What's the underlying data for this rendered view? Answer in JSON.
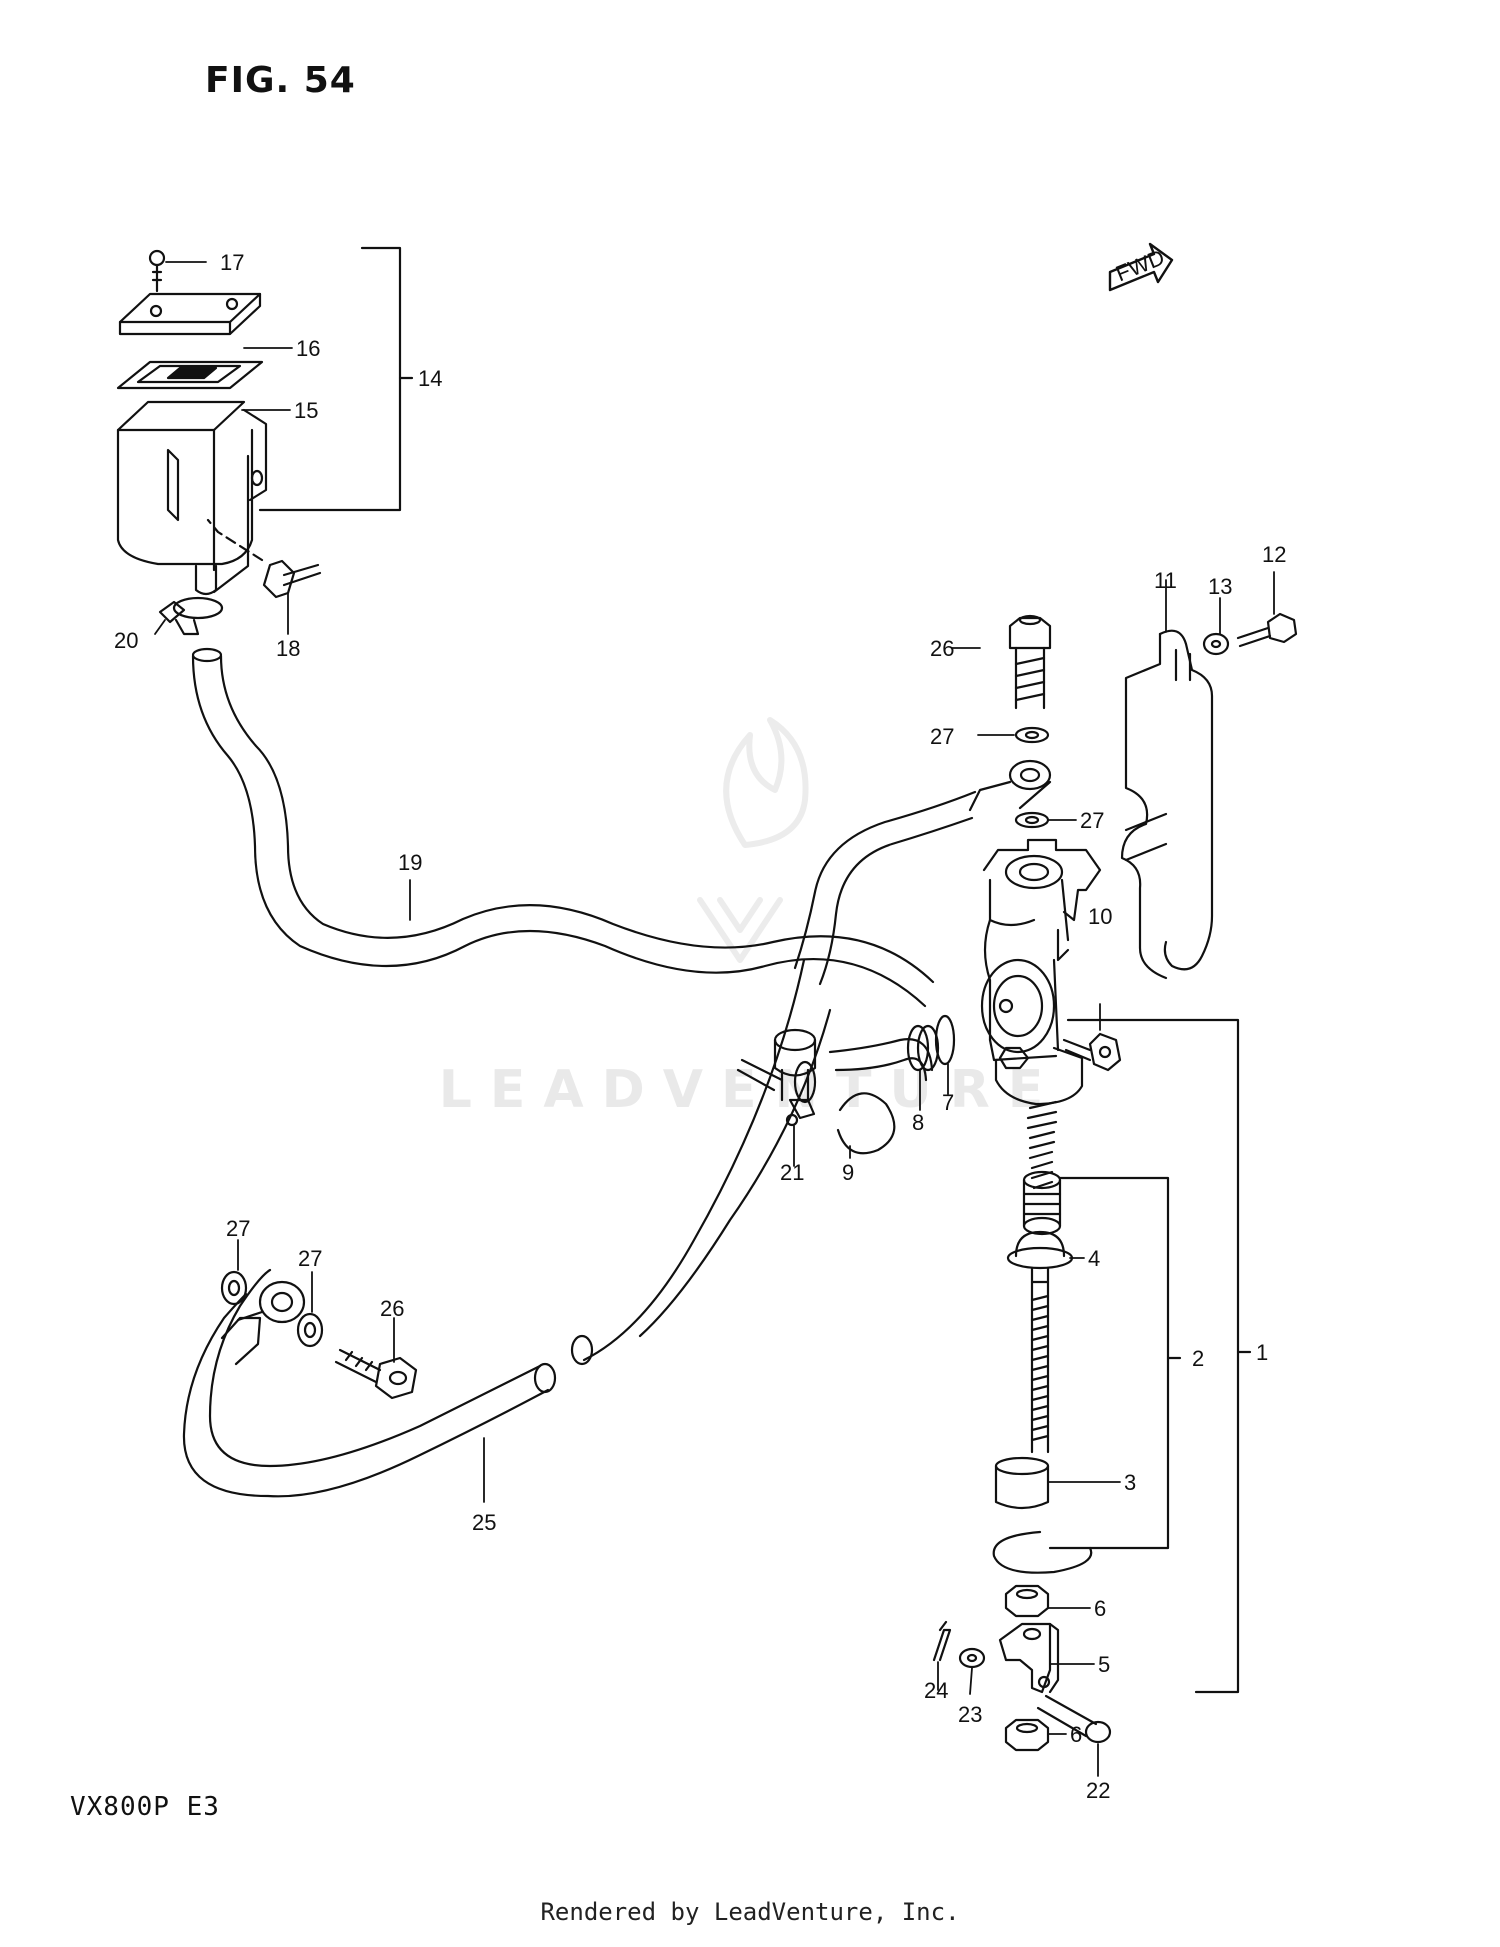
{
  "figure": {
    "title": "FIG. 54",
    "model": "VX800P  E3"
  },
  "footer": {
    "credit": "Rendered by LeadVenture, Inc."
  },
  "watermark": {
    "text": "LEADVENTURE"
  },
  "direction_marker": {
    "text": "FWD"
  },
  "callouts": {
    "c1": "1",
    "c2": "2",
    "c3": "3",
    "c4": "4",
    "c5": "5",
    "c6a": "6",
    "c6b": "6",
    "c7": "7",
    "c8": "8",
    "c9": "9",
    "c10": "10",
    "c11": "11",
    "c12": "12",
    "c13": "13",
    "c14": "14",
    "c15": "15",
    "c16": "16",
    "c17": "17",
    "c18": "18",
    "c19": "19",
    "c20": "20",
    "c21": "21",
    "c22": "22",
    "c23": "23",
    "c24": "24",
    "c25": "25",
    "c26a": "26",
    "c26b": "26",
    "c27a": "27",
    "c27b": "27",
    "c27c": "27",
    "c27d": "27"
  },
  "colors": {
    "ink": "#111111",
    "watermark": "#e9e9e9"
  }
}
